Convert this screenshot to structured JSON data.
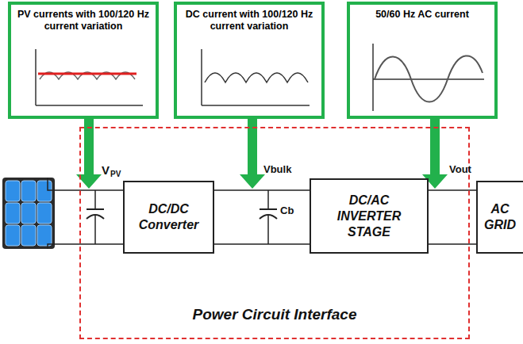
{
  "diagram": {
    "nodes": [
      {
        "text": [
          "PV currents with 100/120 Hz current variation"
        ]
      },
      {
        "text": [
          "DC current with 100/120 Hz current variation"
        ]
      },
      {
        "text": [
          "50/60 Hz AC current"
        ]
      },
      {
        "text": [
          "Power Circuit Interface"
        ]
      },
      {
        "text": [
          "DC/DC Converter"
        ],
        "in": 3
      },
      {
        "text": [
          "DC/AC INVERTER STAGE"
        ],
        "in": 3
      },
      {
        "text": [
          "AC GRID"
        ]
      }
    ],
    "edges": [
      {
        "from": 4,
        "to": 5,
        "arrow": "none"
      },
      {
        "from": 5,
        "to": 6,
        "arrow": "none"
      }
    ],
    "labels": [
      "V",
      "PV",
      "Vbulk",
      "Cb",
      "Vout"
    ]
  }
}
